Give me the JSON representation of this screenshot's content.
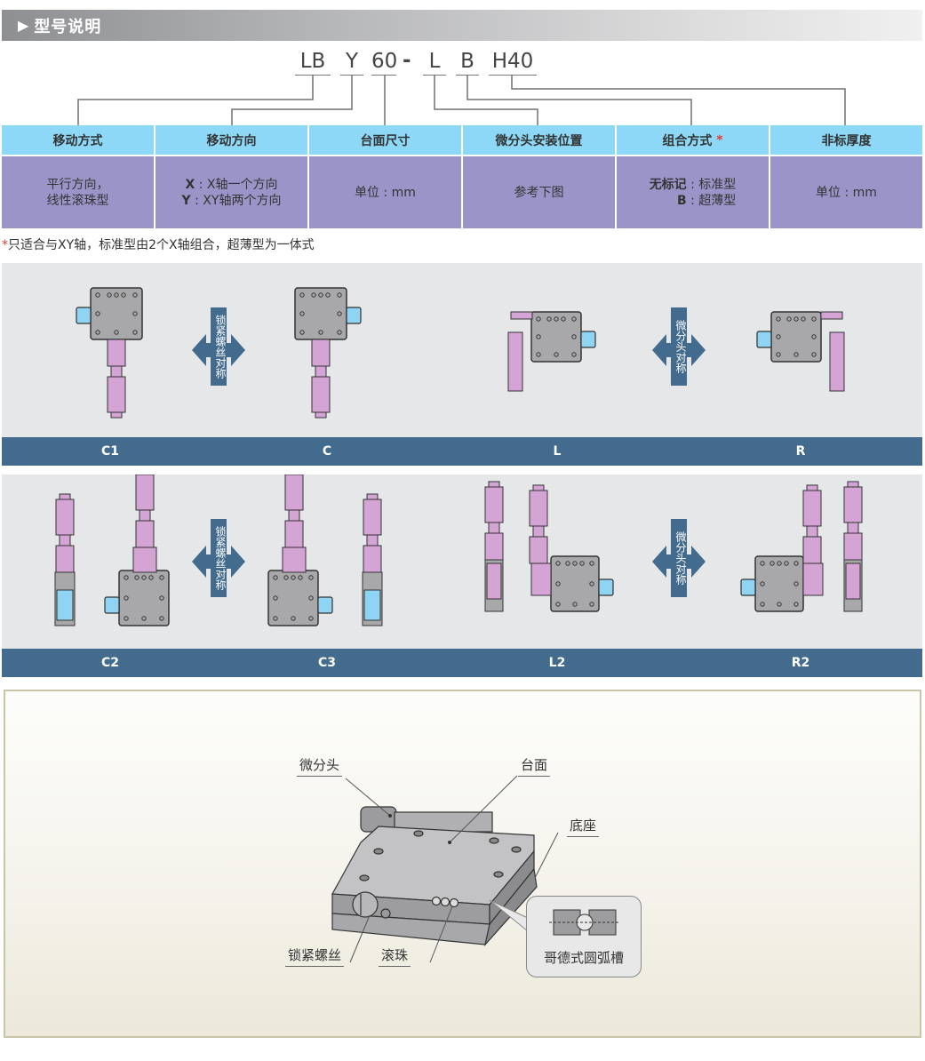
{
  "header": {
    "icon": "play-triangle-icon",
    "title": "型号说明"
  },
  "model_code": {
    "segments": [
      "LB",
      "Y",
      "60",
      "L",
      "B",
      "H40"
    ],
    "separator": "-"
  },
  "spec_table": {
    "headers": [
      "移动方式",
      "移动方向",
      "台面尺寸",
      "微分头安装位置",
      "组合方式",
      "非标厚度"
    ],
    "header_marks": {
      "4": "*"
    },
    "cells": [
      {
        "lines": [
          "平行方向，",
          "线性滚珠型"
        ]
      },
      {
        "lines": [
          {
            "key": "X",
            "text": " : X轴一个方向"
          },
          {
            "key": "Y",
            "text": " : XY轴两个方向"
          }
        ]
      },
      {
        "lines": [
          "单位 : mm"
        ]
      },
      {
        "lines": [
          "参考下图"
        ]
      },
      {
        "lines": [
          {
            "key": "无标记",
            "text": " : 标准型"
          },
          {
            "key": "B",
            "text": " : 超薄型"
          }
        ]
      },
      {
        "lines": [
          "单位 : mm"
        ]
      }
    ],
    "colors": {
      "header_bg": "#8dd8f6",
      "cell_bg": "#9b94c8"
    }
  },
  "note": {
    "mark": "*",
    "text": "只适合与XY轴，标准型由2个X轴组合，超薄型为一体式"
  },
  "mounting_positions": {
    "rows": [
      {
        "groups": [
          {
            "symmetry_label": "锁紧螺丝对称",
            "panels": [
              "C1",
              "C"
            ]
          },
          {
            "symmetry_label": "微分头对称",
            "panels": [
              "L",
              "R"
            ]
          }
        ]
      },
      {
        "groups": [
          {
            "symmetry_label": "锁紧螺丝对称",
            "panels": [
              "C2",
              "C3"
            ]
          },
          {
            "symmetry_label": "微分头对称",
            "panels": [
              "L2",
              "R2"
            ]
          }
        ]
      }
    ],
    "colors": {
      "panel_bg": "#e6e7e9",
      "label_bg": "#426b8e",
      "micrometer": "#d4a5d4",
      "stage": "#a8a8aa",
      "lock": "#8fd4f2"
    }
  },
  "structure_diagram": {
    "callouts": {
      "micrometer": "微分头",
      "table": "台面",
      "base": "底座",
      "lock_screw": "锁紧螺丝",
      "ball": "滚珠",
      "gothic_groove": "哥德式圆弧槽"
    }
  }
}
